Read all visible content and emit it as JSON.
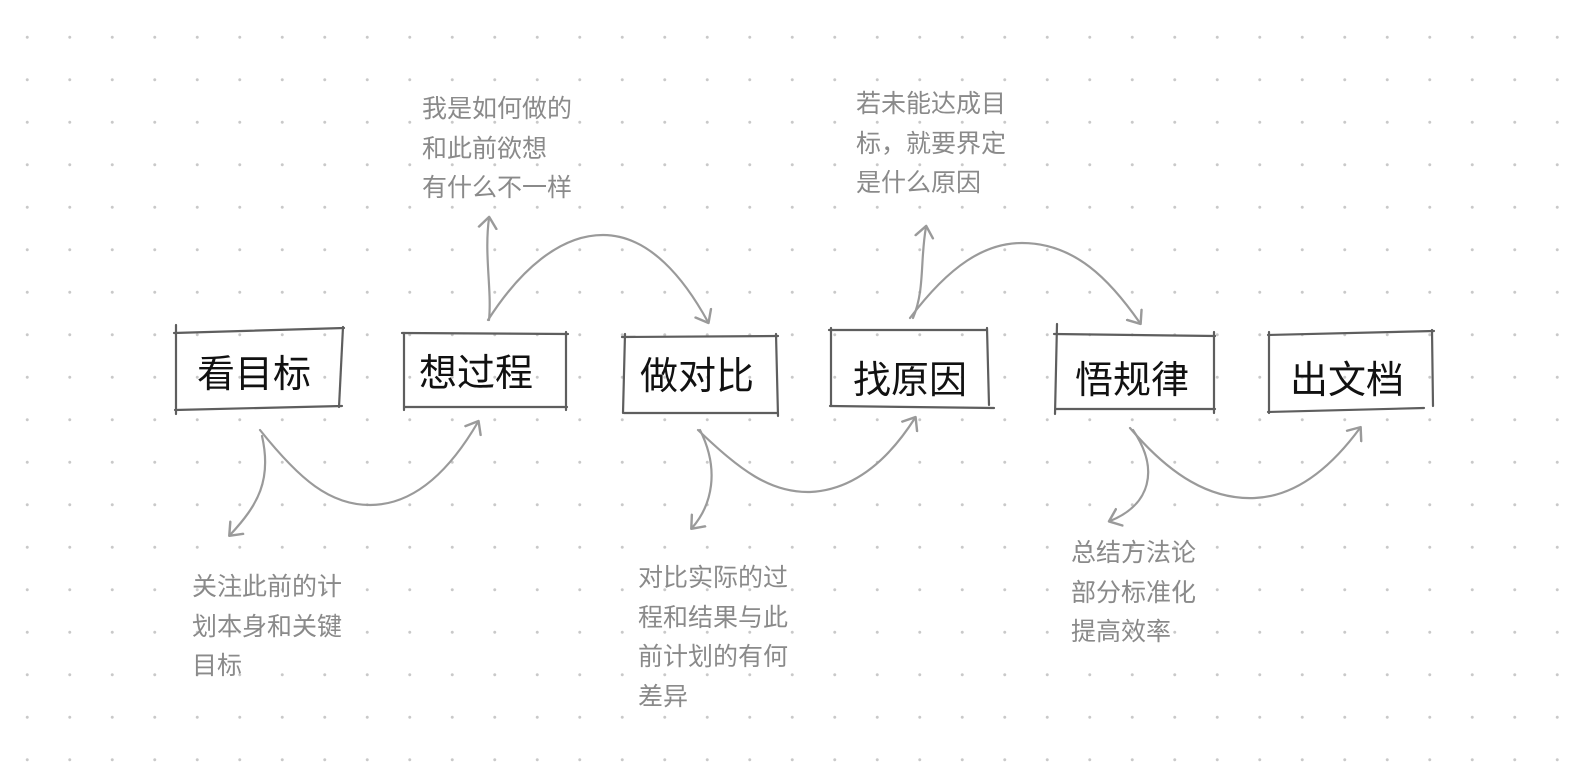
{
  "colors": {
    "box_stroke": "#5e5e5e",
    "arrow_stroke": "#9a9a9a",
    "label_text": "#111111",
    "note_text": "#8a8a8a",
    "grid_dot": "#c9c9c9"
  },
  "steps": [
    {
      "id": "s1",
      "label": "看目标"
    },
    {
      "id": "s2",
      "label": "想过程"
    },
    {
      "id": "s3",
      "label": "做对比"
    },
    {
      "id": "s4",
      "label": "找原因"
    },
    {
      "id": "s5",
      "label": "悟规律"
    },
    {
      "id": "s6",
      "label": "出文档"
    }
  ],
  "notes": [
    {
      "id": "n1",
      "lines": [
        "关注此前的计",
        "划本身和关键",
        "目标"
      ]
    },
    {
      "id": "n2",
      "lines": [
        "我是如何做的",
        "和此前欲想",
        "有什么不一样"
      ]
    },
    {
      "id": "n3",
      "lines": [
        "对比实际的过",
        "程和结果与此",
        "前计划的有何",
        "差异"
      ]
    },
    {
      "id": "n4",
      "lines": [
        "若未能达成目",
        "标，就要界定",
        "是什么原因"
      ]
    },
    {
      "id": "n5",
      "lines": [
        "总结方法论",
        "部分标准化",
        "提高效率"
      ]
    }
  ]
}
